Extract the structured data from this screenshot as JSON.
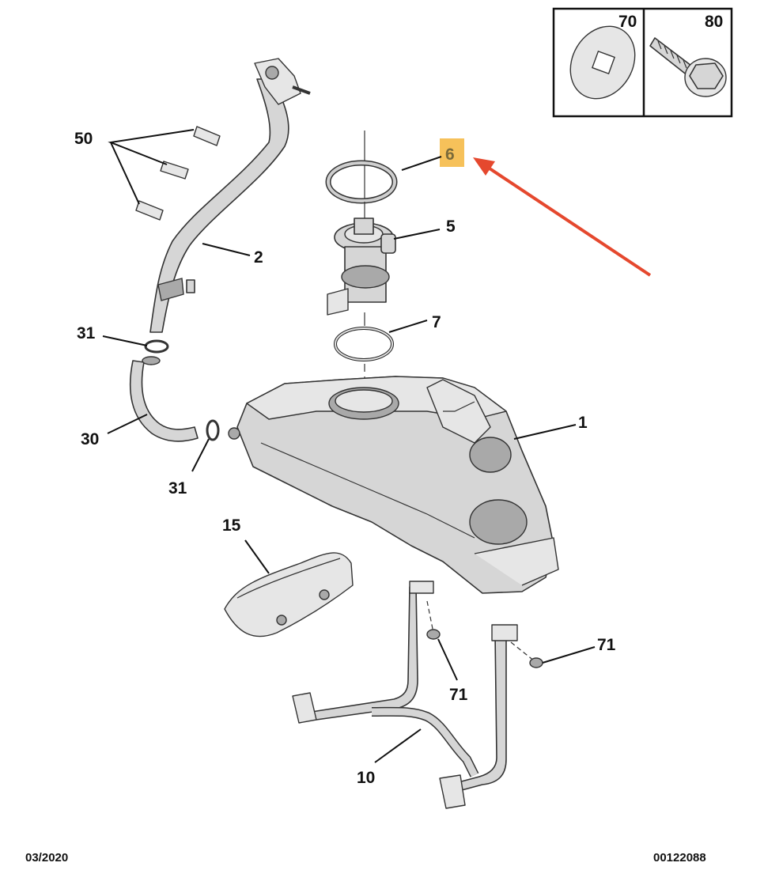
{
  "callouts": {
    "c70": "70",
    "c80": "80",
    "c6": "6",
    "c5": "5",
    "c50": "50",
    "c2": "2",
    "c7": "7",
    "c31a": "31",
    "c1": "1",
    "c30": "30",
    "c31b": "31",
    "c15": "15",
    "c71a": "71",
    "c71b": "71",
    "c10": "10"
  },
  "footer": {
    "date": "03/2020",
    "ref": "00122088"
  },
  "colors": {
    "highlight": "#f6c15a",
    "arrow": "#e5482e"
  }
}
